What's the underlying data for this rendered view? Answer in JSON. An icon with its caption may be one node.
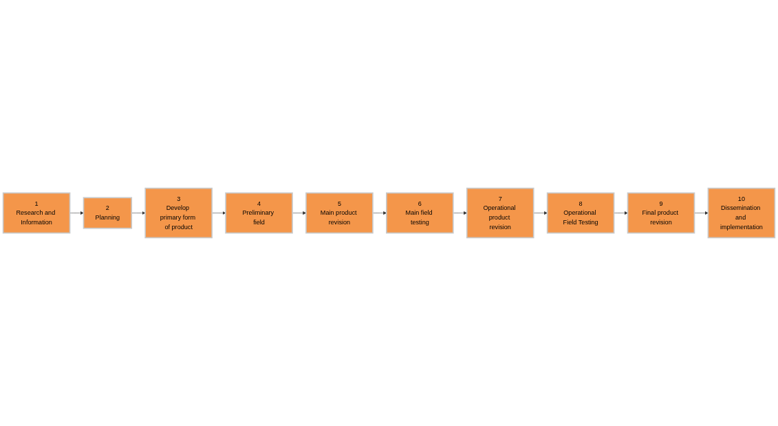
{
  "diagram": {
    "nodes": [
      {
        "text": [
          "1",
          "Research and Information"
        ]
      },
      {
        "text": [
          "2",
          "Planning"
        ]
      },
      {
        "text": [
          "3",
          "Develop primary form of product"
        ]
      },
      {
        "text": [
          "4",
          "Preliminary field"
        ]
      },
      {
        "text": [
          "5",
          "Main product revision"
        ]
      },
      {
        "text": [
          "6",
          "Main field testing"
        ]
      },
      {
        "text": [
          "7",
          "Operational product revision"
        ]
      },
      {
        "text": [
          "8",
          "Operational Field Testing"
        ]
      },
      {
        "text": [
          "9",
          "Final product revision"
        ]
      },
      {
        "text": [
          "10",
          "Dissemination and implementation"
        ]
      }
    ],
    "edges": [
      {
        "from": 0,
        "to": 1,
        "arrow": "to"
      },
      {
        "from": 1,
        "to": 2,
        "arrow": "to"
      },
      {
        "from": 2,
        "to": 3,
        "arrow": "to"
      },
      {
        "from": 3,
        "to": 4,
        "arrow": "to"
      },
      {
        "from": 4,
        "to": 5,
        "arrow": "to"
      },
      {
        "from": 5,
        "to": 6,
        "arrow": "to"
      },
      {
        "from": 6,
        "to": 7,
        "arrow": "to"
      },
      {
        "from": 7,
        "to": 8,
        "arrow": "to"
      },
      {
        "from": 8,
        "to": 9,
        "arrow": "to"
      }
    ]
  }
}
